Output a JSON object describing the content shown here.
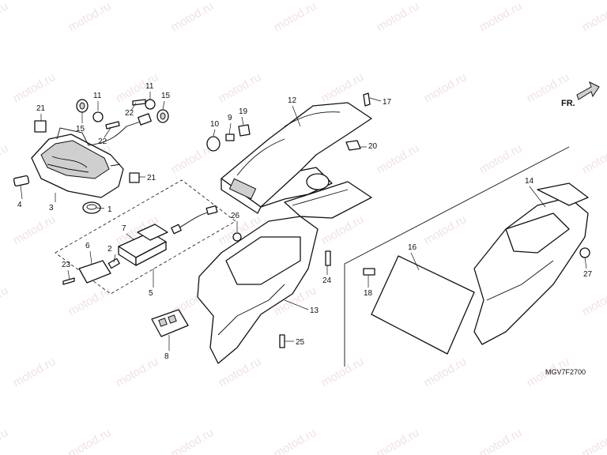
{
  "diagram": {
    "code": "MGV7F2700",
    "direction_label": "FR.",
    "watermark": "motod.ru",
    "callouts": [
      {
        "id": "c1",
        "label": "1"
      },
      {
        "id": "c2",
        "label": "2"
      },
      {
        "id": "c3",
        "label": "3"
      },
      {
        "id": "c4",
        "label": "4"
      },
      {
        "id": "c5",
        "label": "5"
      },
      {
        "id": "c6",
        "label": "6"
      },
      {
        "id": "c7",
        "label": "7"
      },
      {
        "id": "c8",
        "label": "8"
      },
      {
        "id": "c9",
        "label": "9"
      },
      {
        "id": "c10",
        "label": "10"
      },
      {
        "id": "c11a",
        "label": "11"
      },
      {
        "id": "c11b",
        "label": "11"
      },
      {
        "id": "c12",
        "label": "12"
      },
      {
        "id": "c13",
        "label": "13"
      },
      {
        "id": "c14",
        "label": "14"
      },
      {
        "id": "c15a",
        "label": "15"
      },
      {
        "id": "c15b",
        "label": "15"
      },
      {
        "id": "c16",
        "label": "16"
      },
      {
        "id": "c17",
        "label": "17"
      },
      {
        "id": "c18",
        "label": "18"
      },
      {
        "id": "c19",
        "label": "19"
      },
      {
        "id": "c20",
        "label": "20"
      },
      {
        "id": "c21a",
        "label": "21"
      },
      {
        "id": "c21b",
        "label": "21"
      },
      {
        "id": "c22a",
        "label": "22"
      },
      {
        "id": "c22b",
        "label": "22"
      },
      {
        "id": "c23",
        "label": "23"
      },
      {
        "id": "c24",
        "label": "24"
      },
      {
        "id": "c25",
        "label": "25"
      },
      {
        "id": "c26",
        "label": "26"
      },
      {
        "id": "c27",
        "label": "27"
      }
    ]
  }
}
